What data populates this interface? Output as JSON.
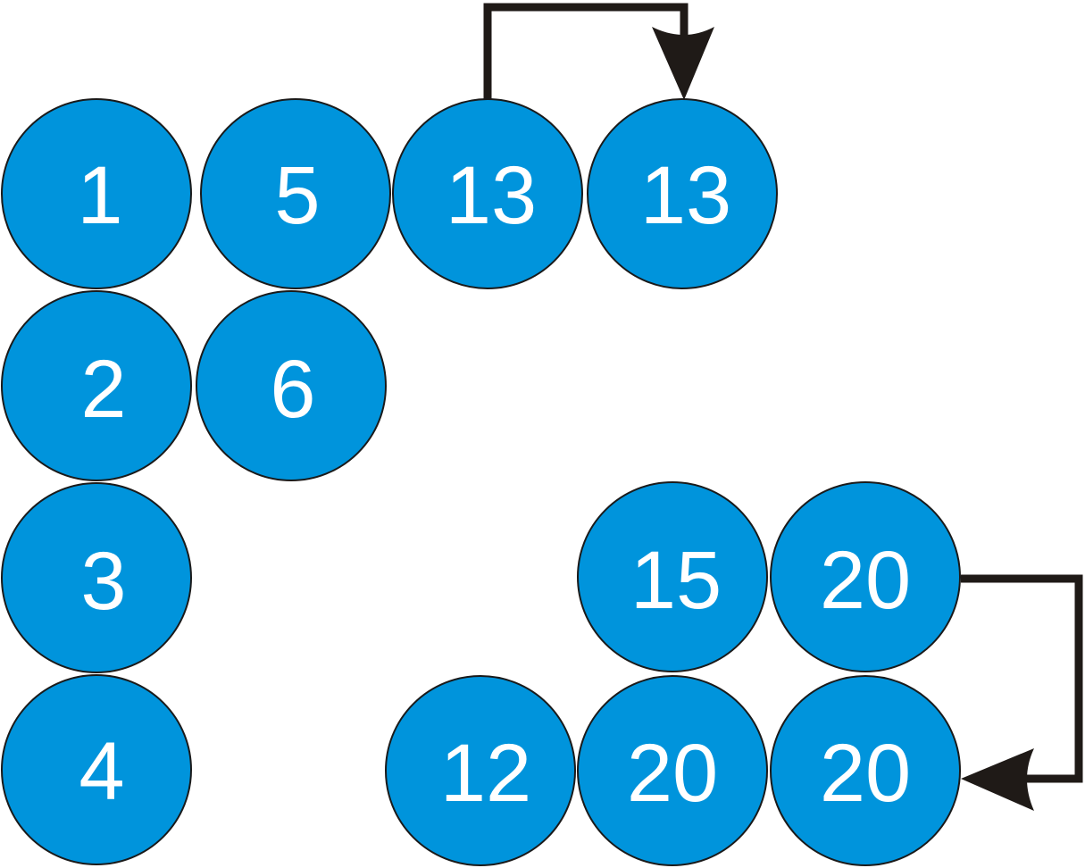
{
  "colors": {
    "node_fill": "#0094dc",
    "node_stroke": "#1a1a1a",
    "label": "#ffffff",
    "connector": "#1f1a17"
  },
  "nodes": [
    {
      "id": "n1",
      "label": "1"
    },
    {
      "id": "n2",
      "label": "2"
    },
    {
      "id": "n3",
      "label": "3"
    },
    {
      "id": "n4",
      "label": "4"
    },
    {
      "id": "n5",
      "label": "5"
    },
    {
      "id": "n6",
      "label": "6"
    },
    {
      "id": "n13a",
      "label": "13"
    },
    {
      "id": "n13b",
      "label": "13"
    },
    {
      "id": "n15",
      "label": "15"
    },
    {
      "id": "n20a",
      "label": "20"
    },
    {
      "id": "n12",
      "label": "12"
    },
    {
      "id": "n20b",
      "label": "20"
    },
    {
      "id": "n20c",
      "label": "20"
    }
  ],
  "edges": [
    {
      "from": "n13a",
      "to": "n13b"
    },
    {
      "from": "n20a",
      "to": "n20c"
    }
  ]
}
